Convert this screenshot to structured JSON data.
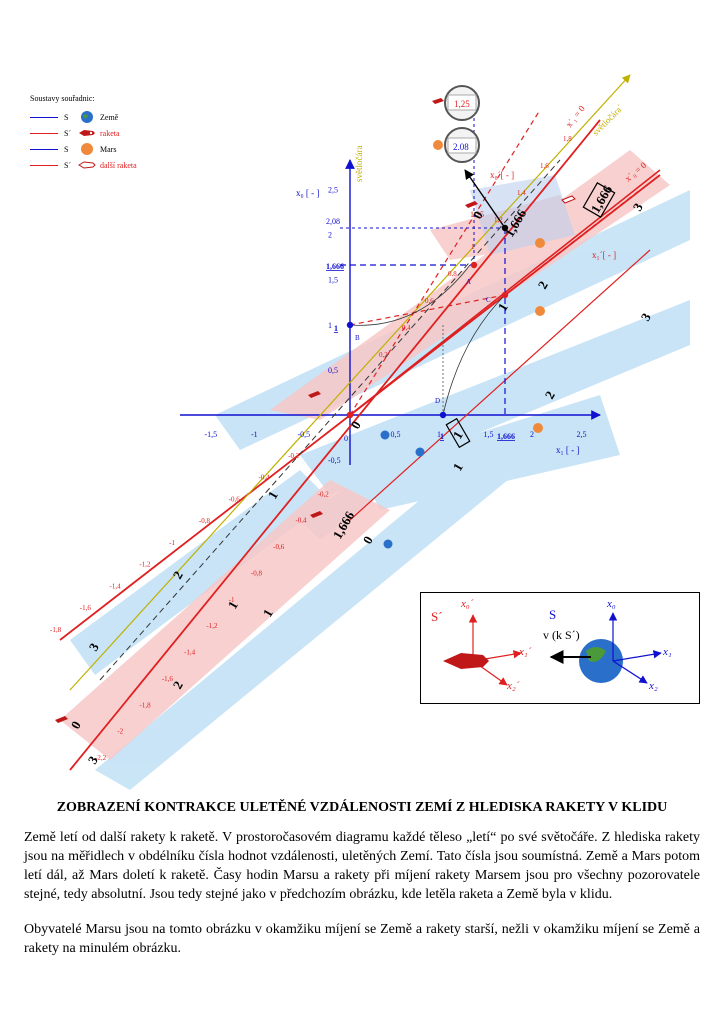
{
  "legend": {
    "title": "Soustavy souřadnic:",
    "items": [
      {
        "frame": "S",
        "name": "Země",
        "color": "#1010d0",
        "icon": "earth-icon"
      },
      {
        "frame": "S´",
        "name": "raketa",
        "color": "#e02020",
        "icon": "rocket-icon"
      },
      {
        "frame": "S",
        "name": "Mars",
        "color": "#1010d0",
        "icon": "mars-icon"
      },
      {
        "frame": "S´",
        "name": "další raketa",
        "color": "#e02020",
        "icon": "rocket-outline-icon"
      }
    ]
  },
  "axes": {
    "x0_label": "x₀ [ - ]",
    "x1_label": "x₁ [ - ]",
    "x0p_label": "x₀´[ - ]",
    "x1p_label": "x₁´[ - ]",
    "worldline_label": "světločára",
    "worldline_label_p": "světločára´",
    "x0_ticks": [
      "-0,5",
      "0,5",
      "1",
      "1,5",
      "2",
      "2,5"
    ],
    "x1_ticks": [
      "-1,5",
      "-1",
      "-0,5",
      "0,5",
      "1",
      "1,5",
      "2",
      "2,5"
    ],
    "origin": "0",
    "label_x1p_zero": "x´₁ = 0",
    "label_x0p_zero": "x´₀ = 0"
  },
  "values": {
    "v208": "2,08",
    "v1666": "1,666",
    "v1666b": "1,666",
    "v1": "1",
    "v1b": "1",
    "v125": "1,25"
  },
  "points": {
    "A": "A",
    "B": "B",
    "C": "C",
    "D": "D"
  },
  "clocks": {
    "rocket": "1,25",
    "mars": "2.08"
  },
  "ticks_red_left": [
    "-0,2",
    "-0,4",
    "-0,6",
    "-0,8",
    "-1",
    "-1,2",
    "-1,4",
    "-1,6",
    "-1,8"
  ],
  "ticks_red_lower": [
    "-0,2",
    "-0,4",
    "-0,6",
    "-0,8",
    "-1",
    "-1,2",
    "-1,4",
    "-1,6",
    "-1,8",
    "-2",
    "-2,2"
  ],
  "ticks_red_up": [
    "0,2",
    "0,4",
    "0,6",
    "0,8",
    "1",
    "1,2",
    "1,4",
    "1,6",
    "1,8"
  ],
  "ruler_numbers": [
    "0",
    "1",
    "2",
    "3",
    "1,666"
  ],
  "inset": {
    "frame_p": "S´",
    "frame_s": "S",
    "x0p": "x₀´",
    "x1p": "x₁´",
    "x2p": "x₂´",
    "x0": "x₀",
    "x1": "x₁",
    "x2": "x₂",
    "velocity": "v (k S´)"
  },
  "caption": {
    "title": "ZOBRAZENÍ KONTRAKCE ULETĚNÉ VZDÁLENOSTI ZEMÍ Z HLEDISKA RAKETY V KLIDU",
    "p1": "Země letí od další rakety k raketě. V prostoročasovém diagramu každé těleso „letí“ po své světočáře. Z hlediska rakety jsou na měřidlech v obdélníku čísla hodnot vzdálenosti, uletěných Zemí. Tato čísla jsou soumístná. Země a Mars potom letí dál, až Mars doletí k raketě. Časy hodin Marsu a rakety při míjení rakety Marsem jsou pro všechny pozorovatele stejné, tedy absolutní. Jsou tedy stejné jako v předchozím obrázku, kde letěla raketa a Země byla v klidu.",
    "p2": "Obyvatelé Marsu jsou na tomto obrázku v okamžiku míjení se Země a rakety starší, nežli v okamžiku míjení se Země a rakety na minulém obrázku."
  },
  "colors": {
    "blue": "#1010d0",
    "red": "#e02020",
    "light_blue": "#bfe0f5",
    "pink": "#f7c8c8",
    "olive": "#c0b000",
    "orange": "#f08a3a"
  }
}
